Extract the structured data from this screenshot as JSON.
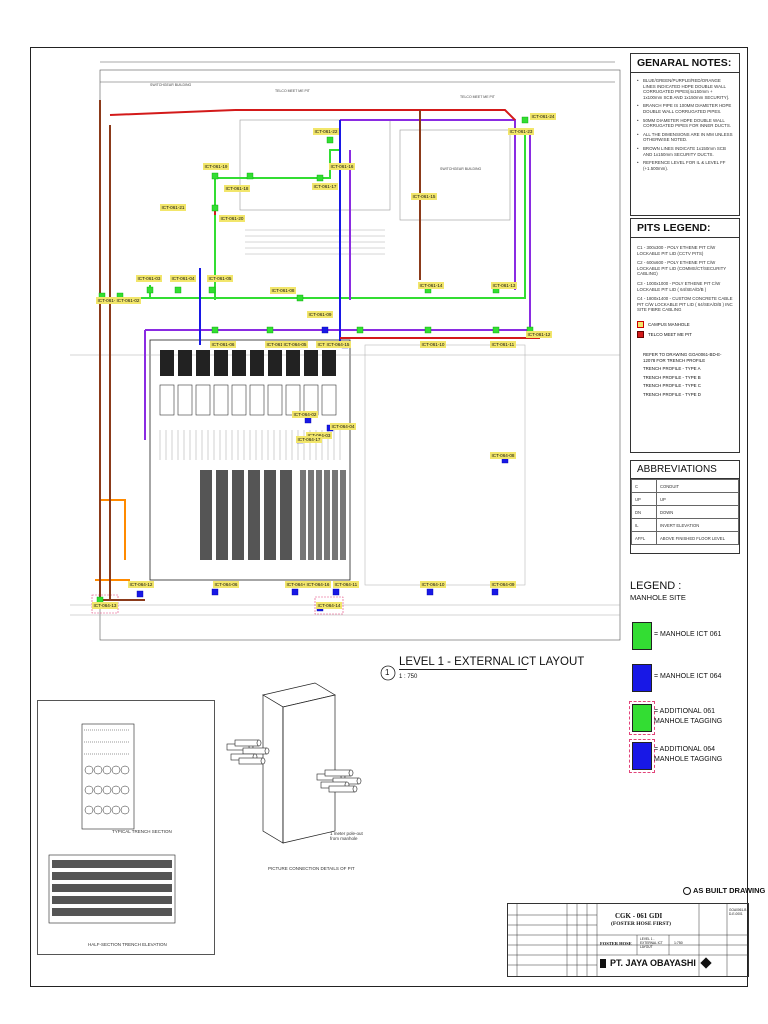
{
  "notes": {
    "heading": "GENARAL NOTES:",
    "items": [
      "BLUE/GREEN/PURPLE/RED/ORANGE LINES INDICATED HDPE DOUBLE WALL CORRUGATED PIPES(4x150mm + 1x100mm SCB AND 1x150mm SECURITY).",
      "BRANCH PIPE IS 100MM DIAMETER HDPE DOUBLE WALL CORRUGATED PIPES.",
      "50MM DIAMETER HDPE DOUBLE WALL CORRUGATED PIPES FOR INNER DUCTS.",
      "ALL THE DIMENSIONS ARE IN MM UNLESS OTHERWISE NOTED.",
      "BROWN LINES INDICATE 1x150mm SCB AND 1x150mm SECURITY DUCTS.",
      "REFERENCE LEVEL FOR IL & LEVEL FF (+1.500mm)."
    ]
  },
  "pits": {
    "heading": "PITS LEGEND:",
    "items": [
      "C1 - 300x300 - POLY ETHENE PIT C/W LOCKABLE PIT LID (CCTV PITS)",
      "C2 - 600x600 - POLY ETHENE PIT C/W LOCKABLE PIT LID (COMMS/CT/SECURITY CABLING)",
      "C3 - 1000x1000 - POLY ETHENE PIT C/W LOCKABLE PIT LID ( 64/SEA/D/B )",
      "C4 - 1800x1400 - CUSTOM CONCRETE CABLE PIT C/W LOCKABLE PIT LID ( 64/SEA/D/B ) INC SITE FIBRE CABLING"
    ],
    "symbols": [
      "CAMPUS MANHOLE",
      "TELCO MEET ME PIT"
    ],
    "refer": "REFER TO DRAWING GOA0061-BD-E-12078 FOR TRENCH PROFILE",
    "trench": [
      "TRENCH PROFILE - TYPE A",
      "TRENCH PROFILE - TYPE B",
      "TRENCH PROFILE - TYPE C",
      "TRENCH PROFILE - TYPE D"
    ]
  },
  "abbreviations": {
    "heading": "ABBREVIATIONS",
    "rows": [
      [
        "C",
        "CONDUIT"
      ],
      [
        "UP",
        "UP"
      ],
      [
        "DN",
        "DOWN"
      ],
      [
        "IL",
        "INVERT ELEVATION"
      ],
      [
        "AFFL",
        "ABOVE FINISHED FLOOR LEVEL"
      ]
    ]
  },
  "legend": {
    "heading": "LEGEND :",
    "subheading": "MANHOLE SITE",
    "items": [
      {
        "label": "= MANHOLE ICT 061",
        "color": "#33dd33"
      },
      {
        "label": "= MANHOLE ICT 064",
        "color": "#1818e6"
      },
      {
        "label": "= ADDITIONAL 061 MANHOLE TAGGING",
        "color": "#33dd33"
      },
      {
        "label": "= ADDITIONAL 064 MANHOLE TAGGING",
        "color": "#1818e6"
      }
    ]
  },
  "drawing": {
    "title": "LEVEL 1 - EXTERNAL ICT LAYOUT",
    "scale": "1 : 750",
    "number": "1",
    "detail_caption": "PICTURE CONNECTION DETAILS OF PIT",
    "pullout_note": "1 meter pole-out from manhole",
    "section_caption": "TYPICAL TRENCH SECTION",
    "section_caption2": "HALF-SECTION TRENCH ELEVATION",
    "area_labels": [
      "SWITCHGEAR BUILDING",
      "TELCO MEET ME PIT",
      "TELCO MEET ME PIT",
      "SWITCHGEAR BUILDING"
    ]
  },
  "tags_061": [
    "ICT-061-01",
    "ICT-061-02",
    "ICT-061-03",
    "ICT-061-04",
    "ICT-061-05",
    "ICT-061-06",
    "ICT-061-07",
    "ICT-061-08",
    "ICT-061-09",
    "ICT-061-10",
    "ICT-061-11",
    "ICT-061-12",
    "ICT-061-13",
    "ICT-061-14",
    "ICT-061-15",
    "ICT-061-16",
    "ICT-061-17",
    "ICT-061-18",
    "ICT-061-19",
    "ICT-061-20",
    "ICT-061-21",
    "ICT-061-22",
    "ICT-061-23",
    "ICT-061-24"
  ],
  "tags_064": [
    "ICT-064-01",
    "ICT-064-02",
    "ICT-064-03",
    "ICT-064-04",
    "ICT-064-05",
    "ICT-064-06",
    "ICT-064-07",
    "ICT-064-08",
    "ICT-064-09",
    "ICT-064-10",
    "ICT-064-11",
    "ICT-064-12",
    "ICT-064-13",
    "ICT-064-14",
    "ICT-064-15",
    "ICT-064-16",
    "ICT-064-17"
  ],
  "title_block": {
    "stamp": "AS BUILT DRAWING",
    "project_code": "CGK - 061 GDI",
    "project_name": "(FOSTER HOSE FIRST)",
    "client": "FOSTER HOSE",
    "sheet_desc": "LEVEL 1 - EXTERNAL ICT LAYOUT",
    "scale": "1:750",
    "contractor": "PT. JAYA OBAYASHI",
    "doc_no": "GOA0061-BD-E-0001"
  },
  "colors": {
    "green": "#33dd33",
    "blue": "#1818e6",
    "purple": "#8a2be2",
    "red": "#d31a1a",
    "orange": "#ff8a00",
    "brown": "#8b3a1a",
    "tag": "#f2e66b"
  }
}
